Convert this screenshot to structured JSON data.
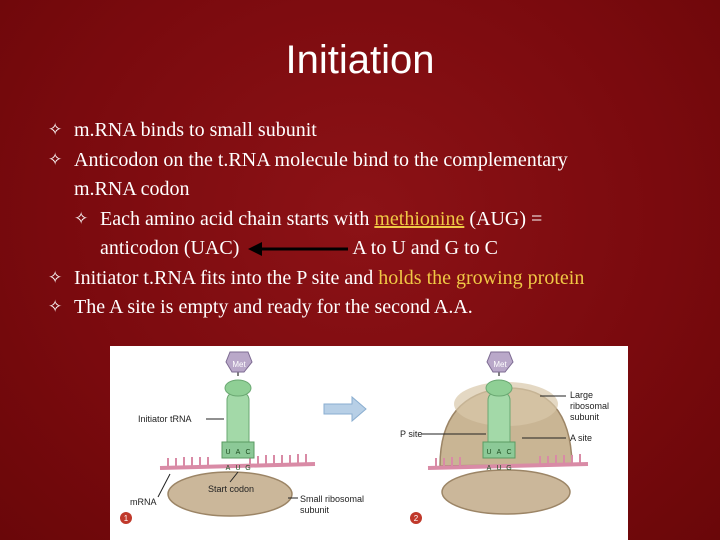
{
  "slide": {
    "title": "Initiation",
    "bullets": {
      "b1": "m.RNA binds to small subunit",
      "b2_line1": "Anticodon on the t.RNA molecule bind to the complementary",
      "b2_line2": "m.RNA codon",
      "b3_pre": "Each amino acid chain starts with ",
      "b3_underlined": "methionine",
      "b3_post": " (AUG) =",
      "b3_line2_pre": "anticodon (UAC)",
      "b3_line2_post": "A to U and G to C",
      "b4_pre": "Initiator t.RNA fits into the P site and ",
      "b4_highlight": "holds the growing protein",
      "b5": "The A site is empty and ready for the second A.A."
    },
    "bullet_glyph": "✧",
    "colors": {
      "background": "#7e0a0f",
      "highlight": "#f0c845",
      "text": "#ffffff"
    }
  },
  "figure": {
    "labels": {
      "met": "Met",
      "initiator_trna": "Initiator tRNA",
      "mrna": "mRNA",
      "start_codon": "Start codon",
      "small_subunit_1": "Small ribosomal",
      "small_subunit_2": "subunit",
      "large_1": "Large",
      "large_2": "ribosomal",
      "large_3": "subunit",
      "p_site": "P site",
      "a_site": "A site",
      "step1": "1",
      "step2": "2",
      "codon_top": [
        "U",
        "A",
        "C"
      ],
      "codon_bottom": [
        "A",
        "U",
        "G"
      ]
    }
  }
}
